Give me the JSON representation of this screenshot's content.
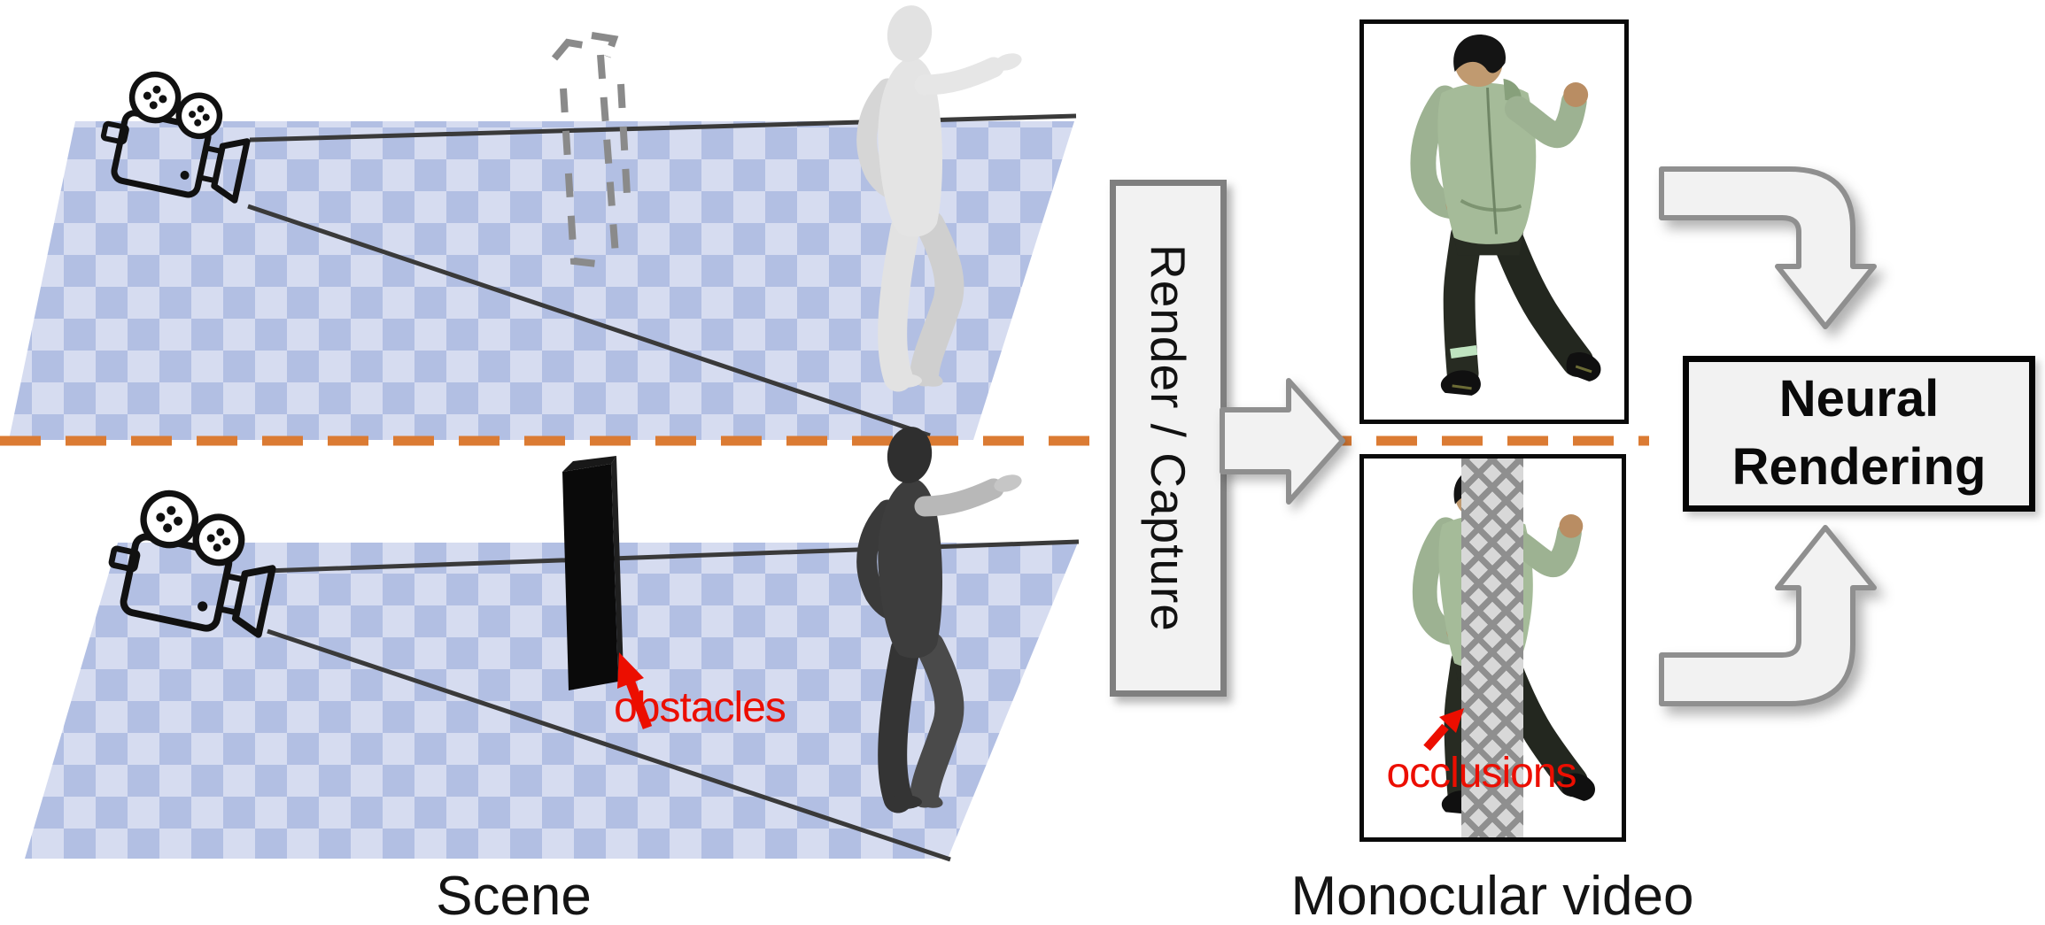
{
  "figure": {
    "scene": {
      "caption": "Scene",
      "obstacle_label": "obstacles"
    },
    "monocular_video": {
      "caption": "Monocular video",
      "occlusion_label": "occlusions"
    },
    "process_arrow": {
      "label": "Render / Capture"
    },
    "neural_rendering": {
      "line1": "Neural",
      "line2": "Rendering"
    },
    "colors": {
      "separator_orange": "#DB7B33",
      "annotation_red": "#EC0E00",
      "plane_light_blue": "#D6DCF0",
      "plane_dark_blue": "#B2BFE3",
      "panel_fill": "#F2F2F2",
      "panel_border_gray": "#7F7F7F",
      "arrow_stroke_gray": "#8F8F8F",
      "hoodie_green": "#A5BB99",
      "occluder_gray": "#D8D8D8",
      "occluder_lattice": "#8F8F8F",
      "obstacle_black": "#0A0A0A"
    }
  }
}
